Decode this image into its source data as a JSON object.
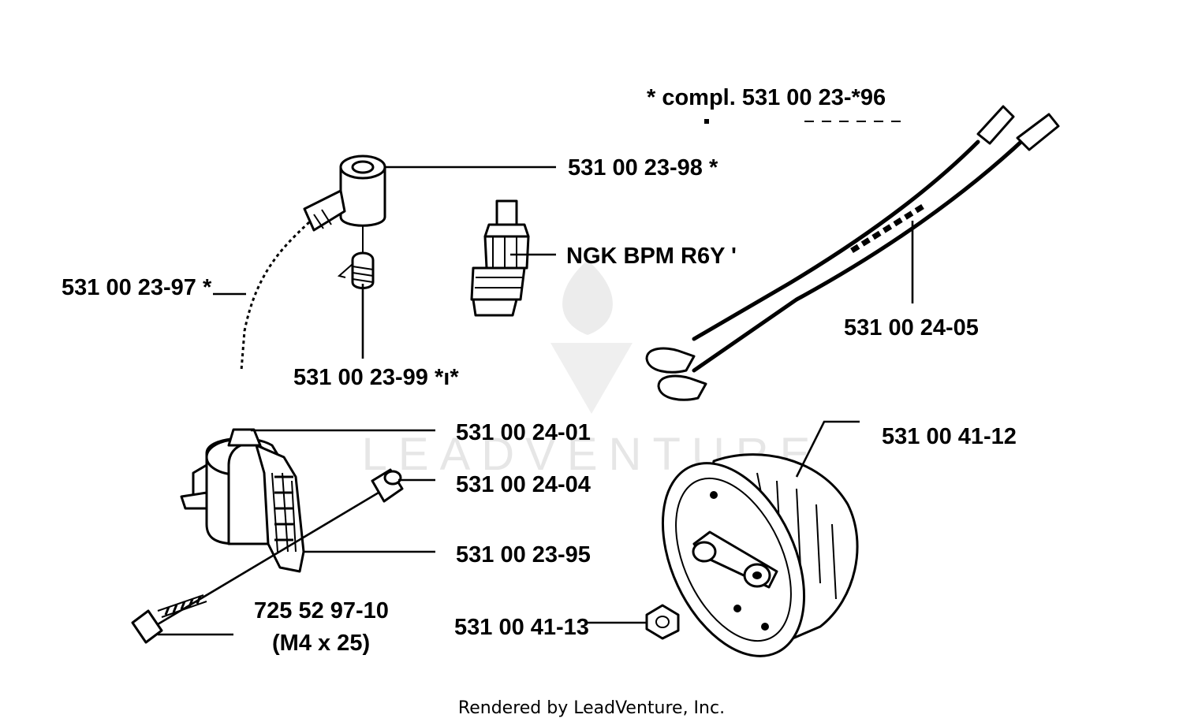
{
  "note": "*  compl. 531 00 23-*96",
  "parts": {
    "cap": "531 00 23-98  *",
    "spark_plug": "NGK BPM R6Y '",
    "lead": "531 00 23-97  *",
    "spring": "531 00 23-99  *ı*",
    "coil": "531 00 24-01",
    "cable": "531 00 24-05",
    "flywheel": "531 00 41-12",
    "spacer": "531 00 24-04",
    "plate": "531 00 23-95",
    "screw_number": "725 52 97-10",
    "screw_size": "(M4 x 25)",
    "nut": "531 00 41-13"
  },
  "watermark": "LEADVENTURE",
  "footer": "Rendered by LeadVenture, Inc.",
  "icons": [
    "flame-watermark-icon"
  ]
}
